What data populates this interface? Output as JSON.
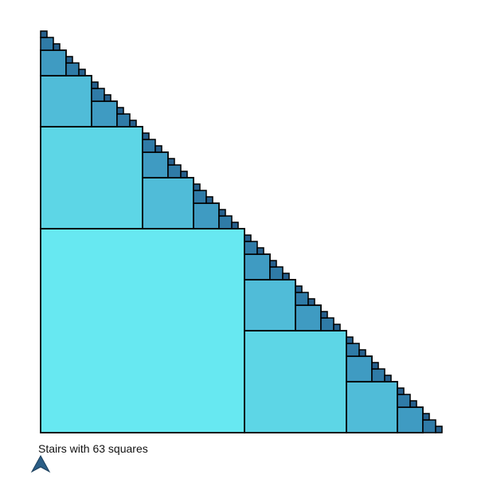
{
  "diagram": {
    "caption": "Stairs with 63 squares",
    "square_count": 63,
    "levels": 6,
    "colors": {
      "level_0": "#67e8f1",
      "level_1": "#5dd6e6",
      "level_2": "#50bcd8",
      "level_3": "#3f9bc2",
      "level_4": "#2f7ba7",
      "level_5": "#255f8c",
      "stroke": "#000000",
      "icon": "#2b5e86"
    }
  },
  "icons": {
    "navigation": "navigation-arrow-icon"
  }
}
